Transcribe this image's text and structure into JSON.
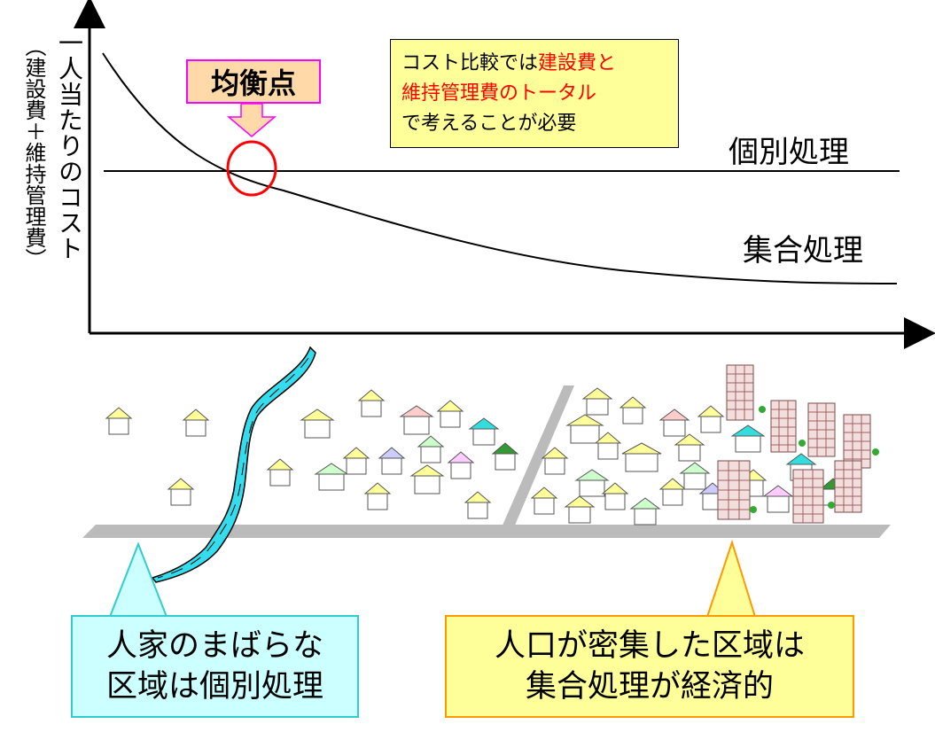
{
  "diagram": {
    "y_axis_label": "一人当たりのコスト",
    "y_axis_sublabel": "（建設費＋維持管理費）",
    "equilibrium_label": "均衡点",
    "note": {
      "line1_prefix": "コスト比較では",
      "line1_highlight": "建設費と",
      "line2_highlight": "維持管理費のトータル",
      "line3": "で考えることが必要"
    },
    "line_label_individual": "個別処理",
    "line_label_collective": "集合処理",
    "callout_left": {
      "line1": "人家のまばらな",
      "line2": "区域は個別処理"
    },
    "callout_right": {
      "line1": "人口が密集した区域は",
      "line2": "集合処理が経済的"
    }
  },
  "colors": {
    "eq_fill": "#ffd9a8",
    "eq_border": "#ff00ff",
    "circle": "#ff0000",
    "river": "#33ddee",
    "road": "#bbbbbb",
    "note_fill": "#ffff99",
    "callout_left_fill": "#ccffff",
    "callout_right_fill": "#ffff99"
  }
}
